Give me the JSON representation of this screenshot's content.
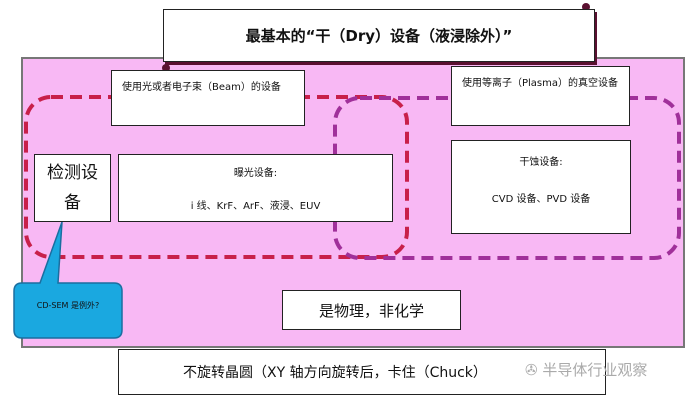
{
  "title": "最基本的“干（Dry）设备（液浸除外）”",
  "beam_box": "使用光或者电子束（Beam）的设备",
  "plasma_box": "使用等离子（Plasma）的真空设备",
  "inspection": {
    "line1": "检测设",
    "line2": "备"
  },
  "exposure": {
    "title": "曝光设备:",
    "items": "i 线、KrF、ArF、液浸、EUV"
  },
  "dry_etch": {
    "title": "干蚀设备:",
    "items": "CVD 设备、PVD 设备"
  },
  "callout": "CD-SEM 是例外?",
  "physics": "是物理，非化学",
  "bottom": "不旋转晶圆（XY 轴方向旋转后，卡住（Chuck）",
  "watermark": "半导体行业观察",
  "colors": {
    "pink": "#f8b8f4",
    "red_dash": "#c8204a",
    "purple_dash": "#a0309a",
    "callout": "#1aa8e0"
  }
}
